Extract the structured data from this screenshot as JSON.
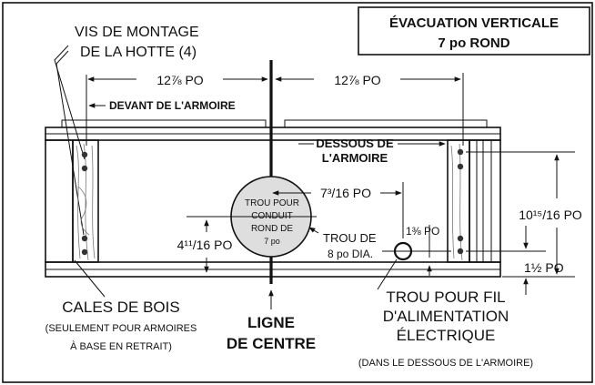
{
  "title_box": {
    "line1": "ÉVACUATION VERTICALE",
    "line2": "7 po ROND"
  },
  "labels": {
    "screws_line1": "VIS DE MONTAGE",
    "screws_line2": "DE LA HOTTE (4)",
    "dim_left": "12⅞ PO",
    "dim_right": "12⅞ PO",
    "cabinet_front": "DEVANT DE L'ARMOIRE",
    "cabinet_bottom_line1": "DESSOUS DE",
    "cabinet_bottom_line2": "L'ARMOIRE",
    "duct_hole": [
      "TROU POUR",
      "CONDUIT",
      "ROND DE",
      "7 po"
    ],
    "dim_7_3_16": "7³/16 PO",
    "hole_8": [
      "TROU DE",
      "8 po DIA."
    ],
    "dim_1_3_8": "1⅜ PO",
    "dim_10_15_16": "10¹⁵/16 PO",
    "dim_4_11_16": "4¹¹/16 PO",
    "dim_1_1_2": "1½ PO",
    "shims": "CALES DE BOIS",
    "shims_note_line1": "(SEULEMENT POUR ARMOIRES",
    "shims_note_line2": "À BASE EN RETRAIT)",
    "centerline_line1": "LIGNE",
    "centerline_line2": "DE CENTRE",
    "power_line1": "TROU POUR FIL",
    "power_line2": "D'ALIMENTATION",
    "power_line3": "ÉLECTRIQUE",
    "power_note": "(DANS LE DESSOUS DE L'ARMOIRE)"
  }
}
